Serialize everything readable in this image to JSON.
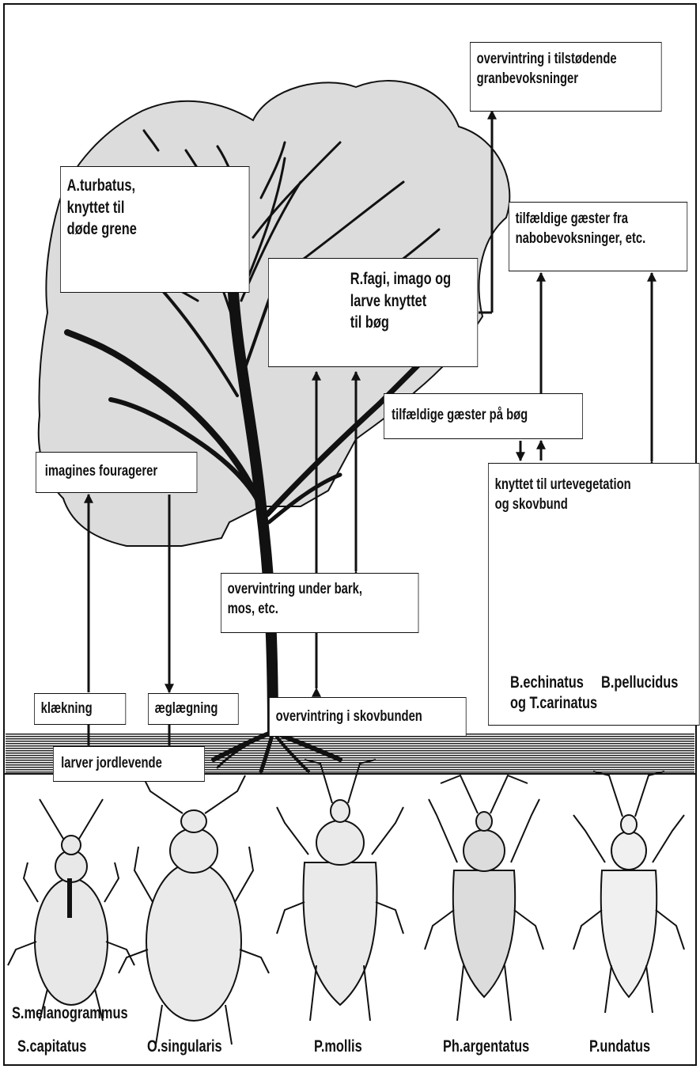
{
  "boxes": {
    "overvintring_gran": [
      "overvintring i tilstødende",
      "granbevoksninger"
    ],
    "a_turbatus": [
      "A.turbatus,",
      "knyttet til",
      "døde grene"
    ],
    "r_fagi": [
      "R.fagi, imago og",
      "larve knyttet",
      "til bøg"
    ],
    "tilfaeldige_fra": [
      "tilfældige gæster fra",
      "nabobevoksninger, etc."
    ],
    "tilfaeldige_paa": "tilfældige gæster på bøg",
    "imagines": "imagines fouragerer",
    "knyttet_urte": [
      "knyttet til urtevegetation",
      "og skovbund"
    ],
    "under_bark": [
      "overvintring under bark,",
      "mos, etc."
    ],
    "klaekning": "klækning",
    "aeglaegning": "æglægning",
    "skovbunden": "overvintring i skovbunden",
    "larver": "larver jordlevende"
  },
  "urte_species": {
    "left": [
      "B.echinatus",
      "og T.carinatus"
    ],
    "right": "B.pellucidus"
  },
  "bottom_species": {
    "s1": "S.melanogrammus",
    "s2": "S.capitatus",
    "o": "O.singularis",
    "pm": "P.mollis",
    "ph": "Ph.argentatus",
    "pu": "P.undatus"
  },
  "colors": {
    "canopy": "#dcdcdc",
    "ink": "#111111",
    "paper": "#ffffff"
  }
}
